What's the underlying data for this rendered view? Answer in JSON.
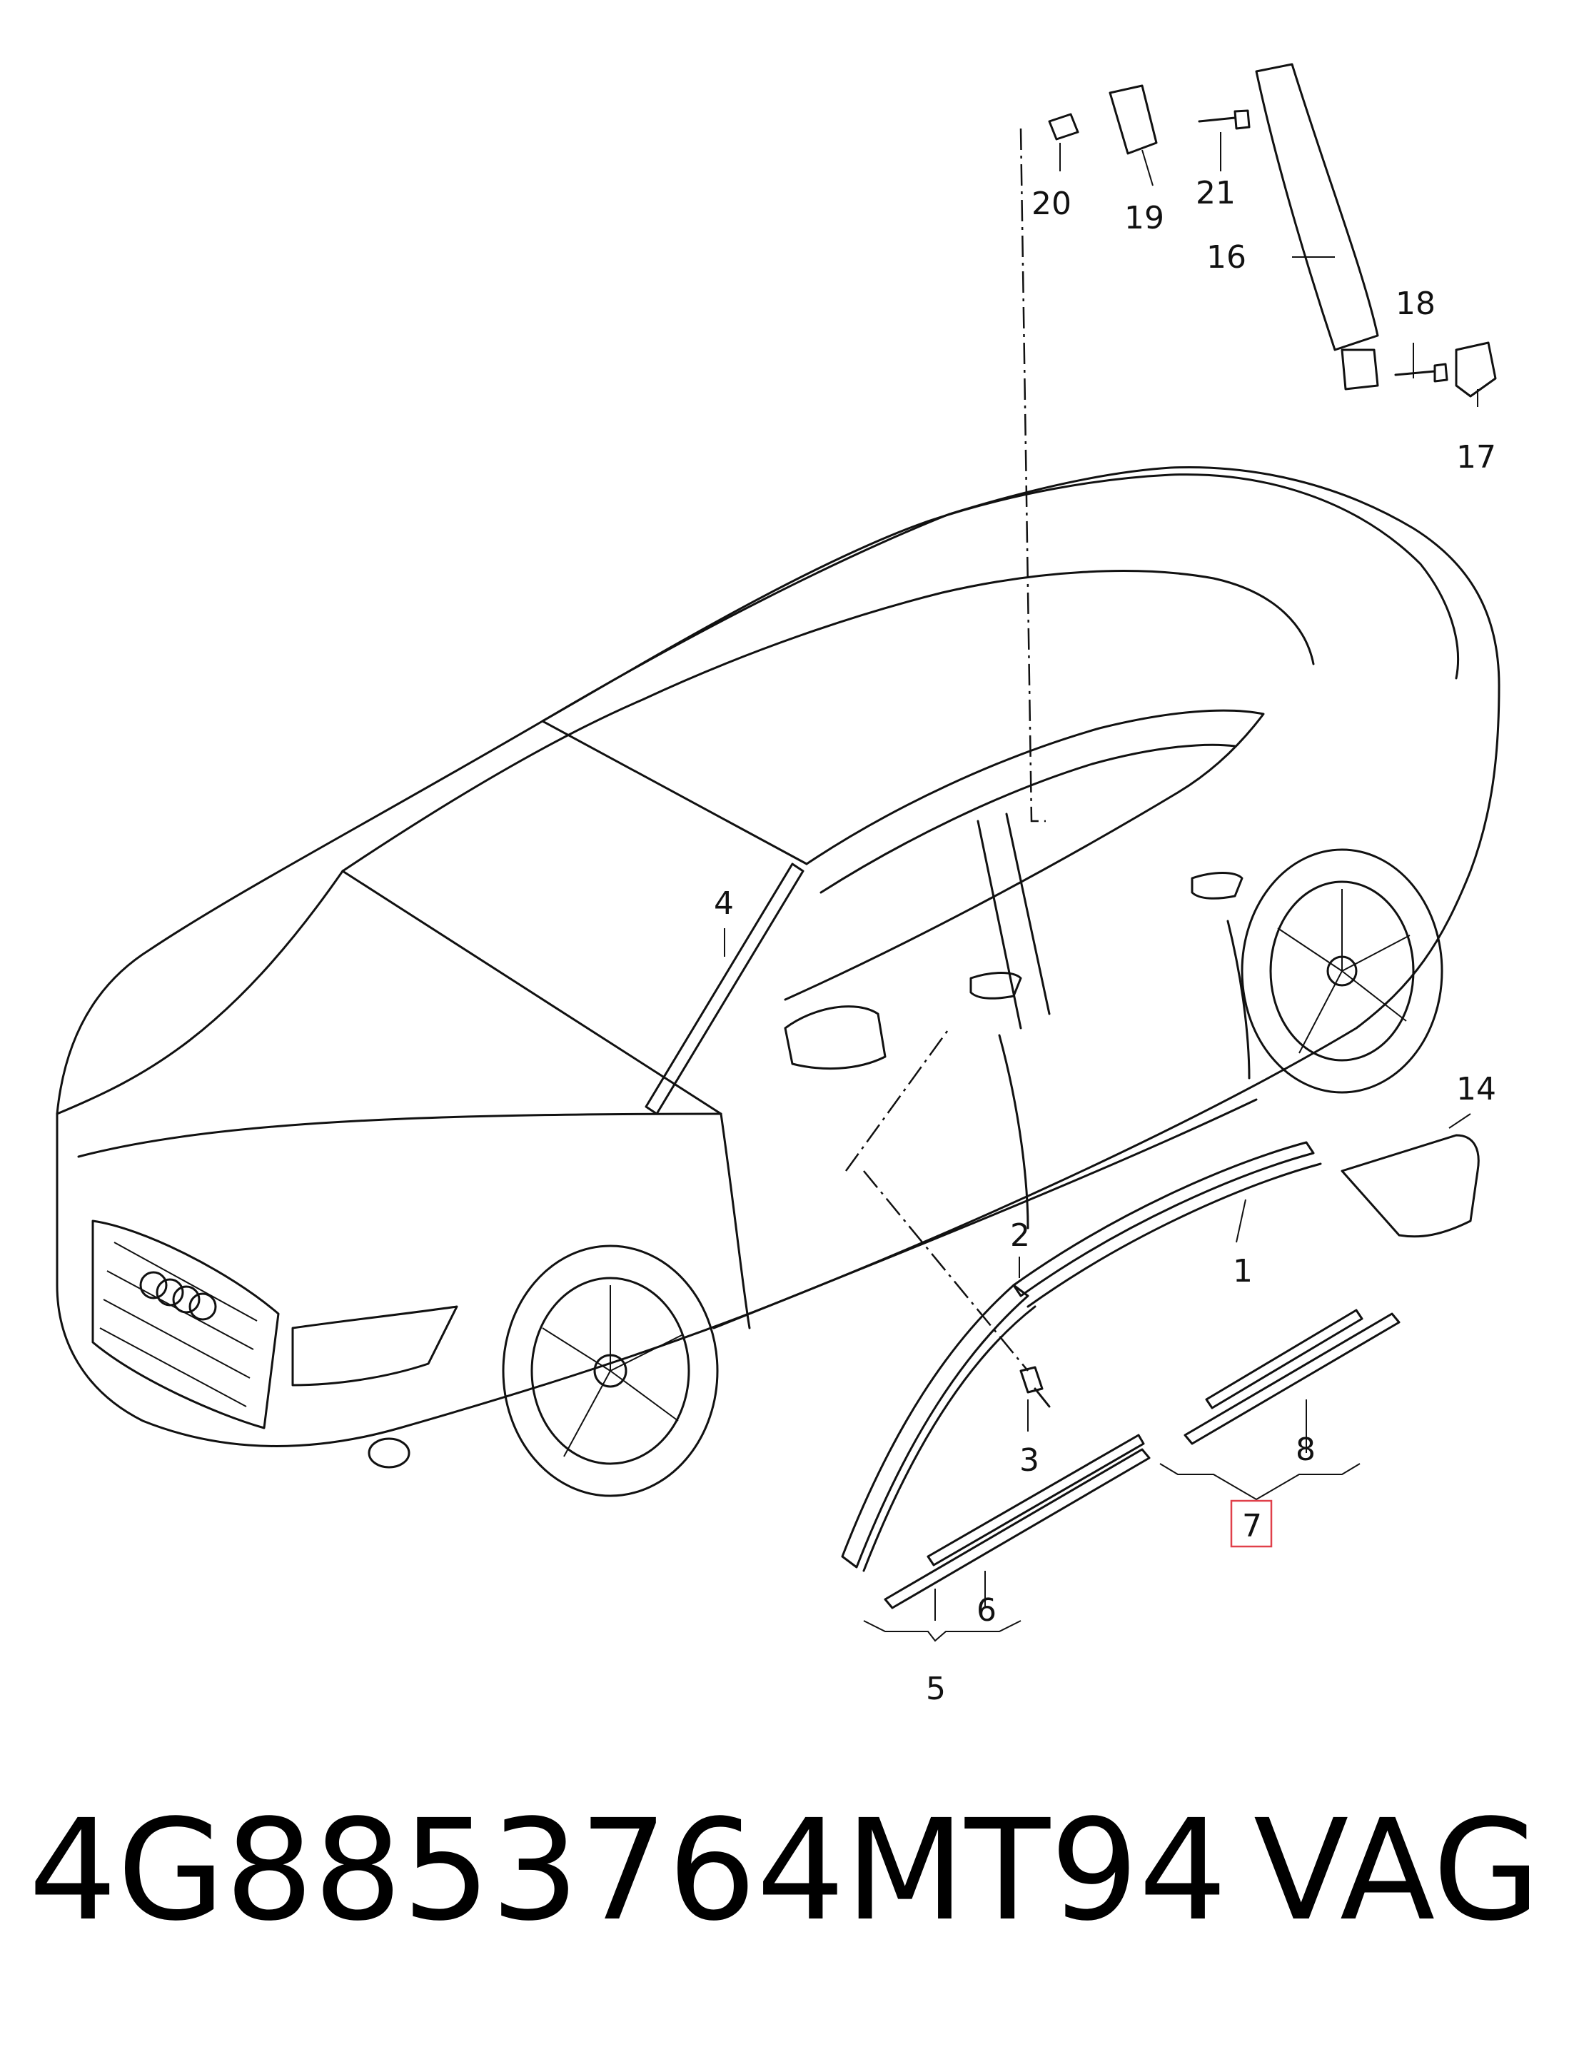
{
  "callouts": [
    {
      "id": "1",
      "text": "1"
    },
    {
      "id": "2",
      "text": "2"
    },
    {
      "id": "3",
      "text": "3"
    },
    {
      "id": "4",
      "text": "4"
    },
    {
      "id": "5",
      "text": "5"
    },
    {
      "id": "6",
      "text": "6"
    },
    {
      "id": "7",
      "text": "7",
      "highlighted": true
    },
    {
      "id": "8",
      "text": "8"
    },
    {
      "id": "14",
      "text": "14"
    },
    {
      "id": "16",
      "text": "16"
    },
    {
      "id": "17",
      "text": "17"
    },
    {
      "id": "18",
      "text": "18"
    },
    {
      "id": "19",
      "text": "19"
    },
    {
      "id": "20",
      "text": "20"
    },
    {
      "id": "21",
      "text": "21"
    }
  ],
  "highlight_color": "#e0404a",
  "footer": {
    "part_number": "4G8853764MT94",
    "brand": "VAG"
  }
}
